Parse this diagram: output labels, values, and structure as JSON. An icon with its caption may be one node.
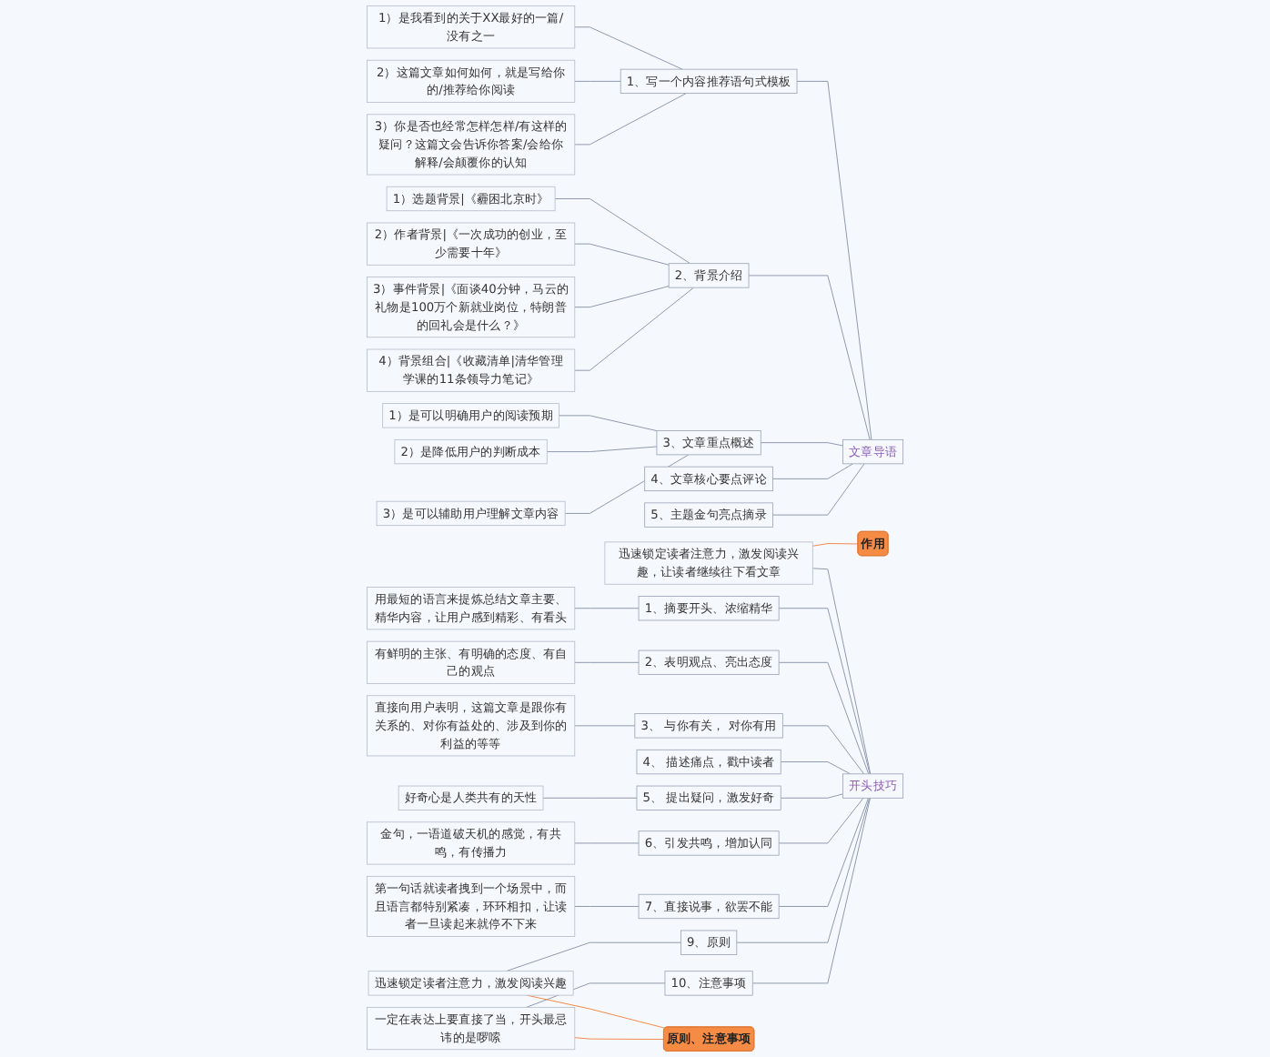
{
  "diagram": {
    "nodes": [
      {
        "text": [
          "文章导语"
        ]
      },
      {
        "text": [
          "1、写一个内容推荐语句式模板"
        ]
      },
      {
        "text": [
          "1）是我看到的关于XX最好的一篇/没有之一"
        ]
      },
      {
        "text": [
          "2）这篇文章如何如何，就是写给你的/推荐给你阅读"
        ]
      },
      {
        "text": [
          "3）你是否也经常怎样怎样/有这样的疑问？这篇文会告诉你答案/会给你解释/会颠覆你的认知"
        ]
      },
      {
        "text": [
          "2、背景介绍"
        ]
      },
      {
        "text": [
          "1）选题背景|《霾困北京时》"
        ]
      },
      {
        "text": [
          "2）作者背景|《一次成功的创业，至少需要十年》"
        ]
      },
      {
        "text": [
          "3）事件背景|《面谈40分钟，马云的礼物是100万个新就业岗位，特朗普的回礼会是什么？》"
        ]
      },
      {
        "text": [
          "4）背景组合|《收藏清单|清华管理学课的11条领导力笔记》"
        ]
      },
      {
        "text": [
          "3、文章重点概述"
        ]
      },
      {
        "text": [
          "1）是可以明确用户的阅读预期"
        ]
      },
      {
        "text": [
          "2）是降低用户的判断成本"
        ]
      },
      {
        "text": [
          "3）是可以辅助用户理解文章内容"
        ]
      },
      {
        "text": [
          "4、文章核心要点评论"
        ]
      },
      {
        "text": [
          "5、主题金句亮点摘录"
        ]
      },
      {
        "text": [
          "开头技巧"
        ]
      },
      {
        "text": [
          "作用"
        ]
      },
      {
        "text": [
          "迅速锁定读者注意力，激发阅读兴趣，让读者继续往下看文章"
        ]
      },
      {
        "text": [
          "1、摘要开头、浓缩精华"
        ]
      },
      {
        "text": [
          "用最短的语言来提炼总结文章主要、精华内容，让用户感到精彩、有看头"
        ]
      },
      {
        "text": [
          "2、表明观点、亮出态度"
        ]
      },
      {
        "text": [
          "有鲜明的主张、有明确的态度、有自己的观点"
        ]
      },
      {
        "text": [
          "3、 与你有关， 对你有用"
        ]
      },
      {
        "text": [
          "直接向用户表明，这篇文章是跟你有关系的、对你有益处的、涉及到你的利益的等等"
        ]
      },
      {
        "text": [
          "4、 描述痛点，戳中读者"
        ]
      },
      {
        "text": [
          "5、 提出疑问，激发好奇"
        ]
      },
      {
        "text": [
          "好奇心是人类共有的天性"
        ]
      },
      {
        "text": [
          "6、引发共鸣，增加认同"
        ]
      },
      {
        "text": [
          "金句，一语道破天机的感觉，有共鸣，有传播力"
        ]
      },
      {
        "text": [
          "7、直接说事，欲罢不能"
        ]
      },
      {
        "text": [
          "第一句话就读者拽到一个场景中，而且语言都特别紧凑，环环相扣，让读者一旦读起来就停不下来"
        ]
      },
      {
        "text": [
          "9、原则"
        ]
      },
      {
        "text": [
          "迅速锁定读者注意力，激发阅读兴趣"
        ]
      },
      {
        "text": [
          "10、注意事项"
        ]
      },
      {
        "text": [
          "一定在表达上要直接了当，开头最忌讳的是啰嗦"
        ]
      },
      {
        "text": [
          "原则、注意事项"
        ]
      }
    ],
    "edges": [
      {
        "from": 0,
        "to": 1,
        "arrow": "none"
      },
      {
        "from": 1,
        "to": 2,
        "arrow": "none"
      },
      {
        "from": 1,
        "to": 3,
        "arrow": "none"
      },
      {
        "from": 1,
        "to": 4,
        "arrow": "none"
      },
      {
        "from": 0,
        "to": 5,
        "arrow": "none"
      },
      {
        "from": 5,
        "to": 6,
        "arrow": "none"
      },
      {
        "from": 5,
        "to": 7,
        "arrow": "none"
      },
      {
        "from": 5,
        "to": 8,
        "arrow": "none"
      },
      {
        "from": 5,
        "to": 9,
        "arrow": "none"
      },
      {
        "from": 0,
        "to": 10,
        "arrow": "none"
      },
      {
        "from": 10,
        "to": 11,
        "arrow": "none"
      },
      {
        "from": 10,
        "to": 12,
        "arrow": "none"
      },
      {
        "from": 10,
        "to": 13,
        "arrow": "none"
      },
      {
        "from": 0,
        "to": 14,
        "arrow": "none"
      },
      {
        "from": 0,
        "to": 15,
        "arrow": "none"
      },
      {
        "from": 16,
        "to": 18,
        "arrow": "none"
      },
      {
        "from": 17,
        "to": 18,
        "arrow": "none",
        "color": "#f08a4b"
      },
      {
        "from": 16,
        "to": 19,
        "arrow": "none"
      },
      {
        "from": 19,
        "to": 20,
        "arrow": "none"
      },
      {
        "from": 16,
        "to": 21,
        "arrow": "none"
      },
      {
        "from": 21,
        "to": 22,
        "arrow": "none"
      },
      {
        "from": 16,
        "to": 23,
        "arrow": "none"
      },
      {
        "from": 23,
        "to": 24,
        "arrow": "none"
      },
      {
        "from": 16,
        "to": 25,
        "arrow": "none"
      },
      {
        "from": 16,
        "to": 26,
        "arrow": "none"
      },
      {
        "from": 26,
        "to": 27,
        "arrow": "none"
      },
      {
        "from": 16,
        "to": 28,
        "arrow": "none"
      },
      {
        "from": 28,
        "to": 29,
        "arrow": "none"
      },
      {
        "from": 16,
        "to": 30,
        "arrow": "none"
      },
      {
        "from": 30,
        "to": 31,
        "arrow": "none"
      },
      {
        "from": 16,
        "to": 32,
        "arrow": "none"
      },
      {
        "from": 32,
        "to": 33,
        "arrow": "none"
      },
      {
        "from": 16,
        "to": 34,
        "arrow": "none"
      },
      {
        "from": 34,
        "to": 35,
        "arrow": "none"
      },
      {
        "from": 36,
        "to": 33,
        "arrow": "none",
        "color": "#f08a4b"
      },
      {
        "from": 36,
        "to": 35,
        "arrow": "none",
        "color": "#f08a4b"
      }
    ]
  }
}
